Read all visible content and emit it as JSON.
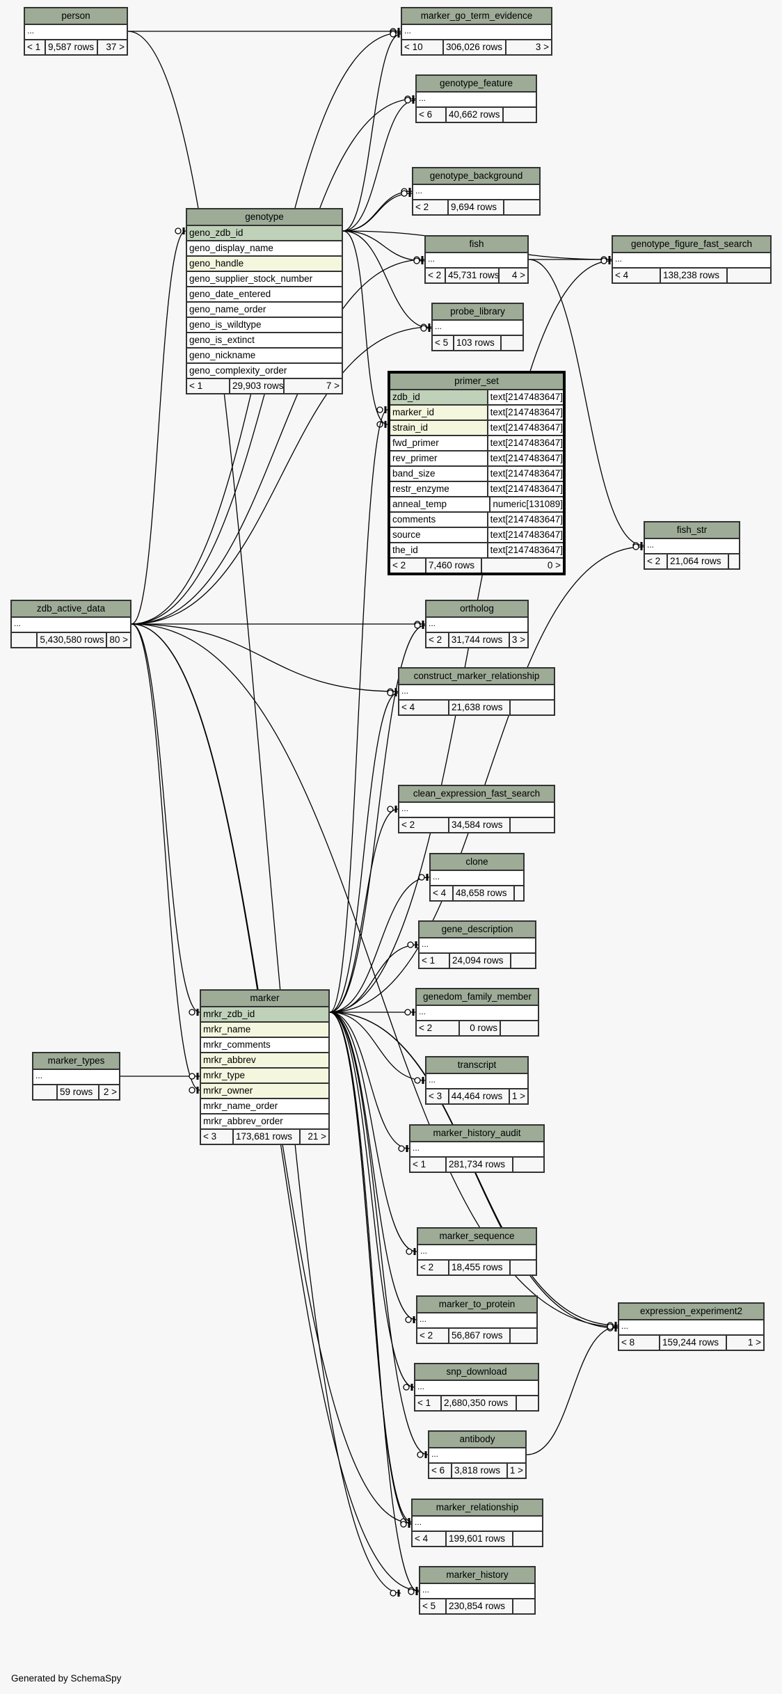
{
  "footer": "Generated by SchemaSpy",
  "ellipsis": "...",
  "tables": {
    "person": {
      "name": "person",
      "parents": "< 1",
      "rows": "9,587 rows",
      "children": "37 >"
    },
    "marker_go_term_evidence": {
      "name": "marker_go_term_evidence",
      "parents": "< 10",
      "rows": "306,026 rows",
      "children": "3 >"
    },
    "genotype_feature": {
      "name": "genotype_feature",
      "parents": "< 6",
      "rows": "40,662 rows",
      "children": ""
    },
    "genotype_background": {
      "name": "genotype_background",
      "parents": "< 2",
      "rows": "9,694 rows",
      "children": ""
    },
    "genotype": {
      "name": "genotype",
      "parents": "< 1",
      "rows": "29,903 rows",
      "children": "7 >",
      "columns": [
        {
          "name": "geno_zdb_id",
          "kind": "pk"
        },
        {
          "name": "geno_display_name",
          "kind": ""
        },
        {
          "name": "geno_handle",
          "kind": "fk"
        },
        {
          "name": "geno_supplier_stock_number",
          "kind": ""
        },
        {
          "name": "geno_date_entered",
          "kind": ""
        },
        {
          "name": "geno_name_order",
          "kind": ""
        },
        {
          "name": "geno_is_wildtype",
          "kind": ""
        },
        {
          "name": "geno_is_extinct",
          "kind": ""
        },
        {
          "name": "geno_nickname",
          "kind": ""
        },
        {
          "name": "geno_complexity_order",
          "kind": ""
        }
      ]
    },
    "fish": {
      "name": "fish",
      "parents": "< 2",
      "rows": "45,731 rows",
      "children": "4 >"
    },
    "genotype_figure_fast_search": {
      "name": "genotype_figure_fast_search",
      "parents": "< 4",
      "rows": "138,238 rows",
      "children": ""
    },
    "probe_library": {
      "name": "probe_library",
      "parents": "< 5",
      "rows": "103 rows",
      "children": ""
    },
    "primer_set": {
      "name": "primer_set",
      "parents": "< 2",
      "rows": "7,460 rows",
      "children": "0 >",
      "columns": [
        {
          "name": "zdb_id",
          "type": "text[2147483647]",
          "kind": "pk"
        },
        {
          "name": "marker_id",
          "type": "text[2147483647]",
          "kind": "fk"
        },
        {
          "name": "strain_id",
          "type": "text[2147483647]",
          "kind": "fk"
        },
        {
          "name": "fwd_primer",
          "type": "text[2147483647]",
          "kind": ""
        },
        {
          "name": "rev_primer",
          "type": "text[2147483647]",
          "kind": ""
        },
        {
          "name": "band_size",
          "type": "text[2147483647]",
          "kind": ""
        },
        {
          "name": "restr_enzyme",
          "type": "text[2147483647]",
          "kind": ""
        },
        {
          "name": "anneal_temp",
          "type": "numeric[131089]",
          "kind": ""
        },
        {
          "name": "comments",
          "type": "text[2147483647]",
          "kind": ""
        },
        {
          "name": "source",
          "type": "text[2147483647]",
          "kind": ""
        },
        {
          "name": "the_id",
          "type": "text[2147483647]",
          "kind": ""
        }
      ]
    },
    "fish_str": {
      "name": "fish_str",
      "parents": "< 2",
      "rows": "21,064 rows",
      "children": ""
    },
    "zdb_active_data": {
      "name": "zdb_active_data",
      "parents": "",
      "rows": "5,430,580 rows",
      "children": "80 >"
    },
    "ortholog": {
      "name": "ortholog",
      "parents": "< 2",
      "rows": "31,744 rows",
      "children": "3 >"
    },
    "construct_marker_relationship": {
      "name": "construct_marker_relationship",
      "parents": "< 4",
      "rows": "21,638 rows",
      "children": ""
    },
    "clean_expression_fast_search": {
      "name": "clean_expression_fast_search",
      "parents": "< 2",
      "rows": "34,584 rows",
      "children": ""
    },
    "clone": {
      "name": "clone",
      "parents": "< 4",
      "rows": "48,658 rows",
      "children": ""
    },
    "gene_description": {
      "name": "gene_description",
      "parents": "< 1",
      "rows": "24,094 rows",
      "children": ""
    },
    "genedom_family_member": {
      "name": "genedom_family_member",
      "parents": "< 2",
      "rows": "0 rows",
      "children": ""
    },
    "marker": {
      "name": "marker",
      "parents": "< 3",
      "rows": "173,681 rows",
      "children": "21 >",
      "columns": [
        {
          "name": "mrkr_zdb_id",
          "kind": "pk"
        },
        {
          "name": "mrkr_name",
          "kind": "fk"
        },
        {
          "name": "mrkr_comments",
          "kind": ""
        },
        {
          "name": "mrkr_abbrev",
          "kind": "fk"
        },
        {
          "name": "mrkr_type",
          "kind": "fk"
        },
        {
          "name": "mrkr_owner",
          "kind": "fk"
        },
        {
          "name": "mrkr_name_order",
          "kind": ""
        },
        {
          "name": "mrkr_abbrev_order",
          "kind": ""
        }
      ]
    },
    "marker_types": {
      "name": "marker_types",
      "parents": "",
      "rows": "59 rows",
      "children": "2 >"
    },
    "transcript": {
      "name": "transcript",
      "parents": "< 3",
      "rows": "44,464 rows",
      "children": "1 >"
    },
    "marker_history_audit": {
      "name": "marker_history_audit",
      "parents": "< 1",
      "rows": "281,734 rows",
      "children": ""
    },
    "marker_sequence": {
      "name": "marker_sequence",
      "parents": "< 2",
      "rows": "18,455 rows",
      "children": ""
    },
    "marker_to_protein": {
      "name": "marker_to_protein",
      "parents": "< 2",
      "rows": "56,867 rows",
      "children": ""
    },
    "snp_download": {
      "name": "snp_download",
      "parents": "< 1",
      "rows": "2,680,350 rows",
      "children": ""
    },
    "antibody": {
      "name": "antibody",
      "parents": "< 6",
      "rows": "3,818 rows",
      "children": "1 >"
    },
    "expression_experiment2": {
      "name": "expression_experiment2",
      "parents": "< 8",
      "rows": "159,244 rows",
      "children": "1 >"
    },
    "marker_relationship": {
      "name": "marker_relationship",
      "parents": "< 4",
      "rows": "199,601 rows",
      "children": ""
    },
    "marker_history": {
      "name": "marker_history",
      "parents": "< 5",
      "rows": "230,854 rows",
      "children": ""
    }
  }
}
